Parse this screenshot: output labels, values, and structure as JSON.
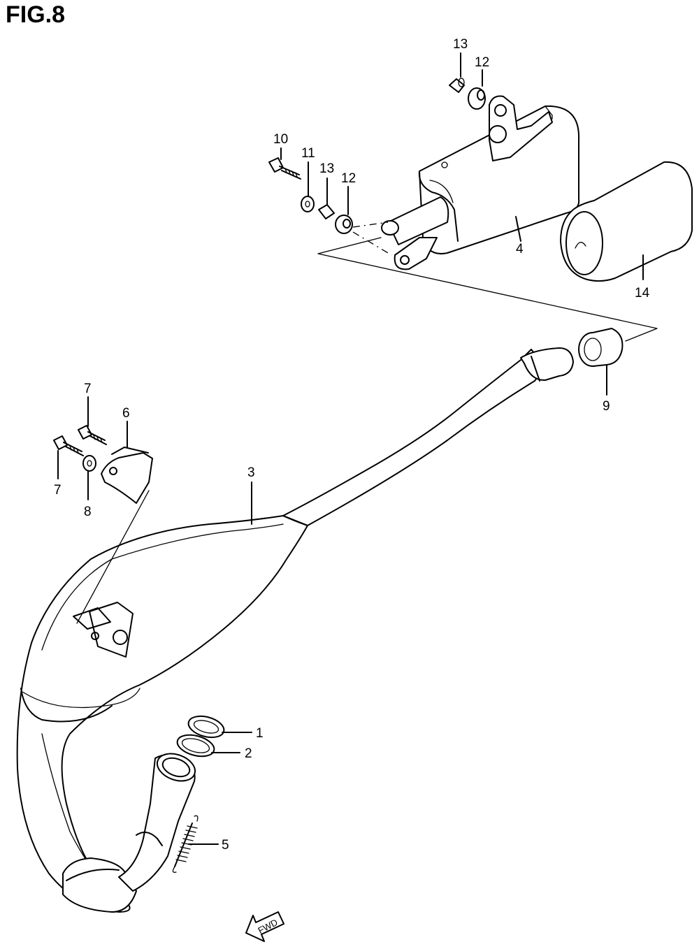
{
  "figure": {
    "title": "FIG.8"
  },
  "callouts": [
    {
      "id": "c1",
      "number": "1"
    },
    {
      "id": "c2",
      "number": "2"
    },
    {
      "id": "c3",
      "number": "3"
    },
    {
      "id": "c4",
      "number": "4"
    },
    {
      "id": "c5",
      "number": "5"
    },
    {
      "id": "c6",
      "number": "6"
    },
    {
      "id": "c7a",
      "number": "7"
    },
    {
      "id": "c7b",
      "number": "7"
    },
    {
      "id": "c8",
      "number": "8"
    },
    {
      "id": "c9",
      "number": "9"
    },
    {
      "id": "c10",
      "number": "10"
    },
    {
      "id": "c11",
      "number": "11"
    },
    {
      "id": "c12a",
      "number": "12"
    },
    {
      "id": "c12b",
      "number": "12"
    },
    {
      "id": "c13a",
      "number": "13"
    },
    {
      "id": "c13b",
      "number": "13"
    },
    {
      "id": "c14",
      "number": "14"
    }
  ],
  "fwd_arrow": {
    "label": "FWD"
  }
}
